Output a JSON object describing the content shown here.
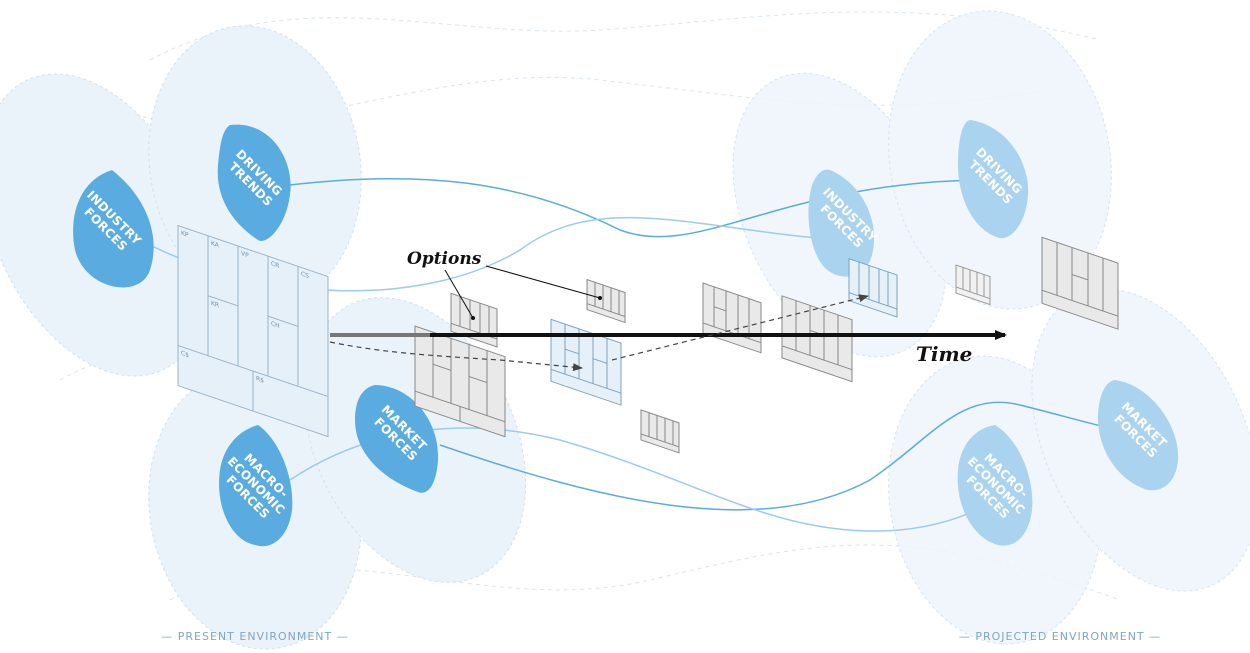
{
  "labels": {
    "options": "Options",
    "time": "Time",
    "present_environment": "— PRESENT ENVIRONMENT —",
    "projected_environment": "— PROJECTED ENVIRONMENT —"
  },
  "present_forces": {
    "industry": [
      "INDUSTRY",
      "FORCES"
    ],
    "driving": [
      "DRIVING",
      "TRENDS"
    ],
    "macro": [
      "MACRO-",
      "ECONOMIC",
      "FORCES"
    ],
    "market": [
      "MARKET",
      "FORCES"
    ]
  },
  "projected_forces": {
    "industry": [
      "INDUSTRY",
      "FORCES"
    ],
    "driving": [
      "DRIVING",
      "TRENDS"
    ],
    "macro": [
      "MACRO-",
      "ECONOMIC",
      "FORCES"
    ],
    "market": [
      "MARKET",
      "FORCES"
    ]
  },
  "canvas_blocks": {
    "kp": "KP",
    "ka": "KA",
    "kr": "KR",
    "vp": "VP",
    "cr": "CR",
    "ch": "CH",
    "cs_right": "CS",
    "cs_left": "C$",
    "rs": "R$"
  },
  "colors": {
    "force_present": "#5aace0",
    "force_projected": "#a9d3ef",
    "env_blob": "#e8f2fa",
    "curve": "#5aace0",
    "arrow": "#111111",
    "canvas_fill": "#e6f0f8",
    "option_gray": "#e9e9e9"
  }
}
